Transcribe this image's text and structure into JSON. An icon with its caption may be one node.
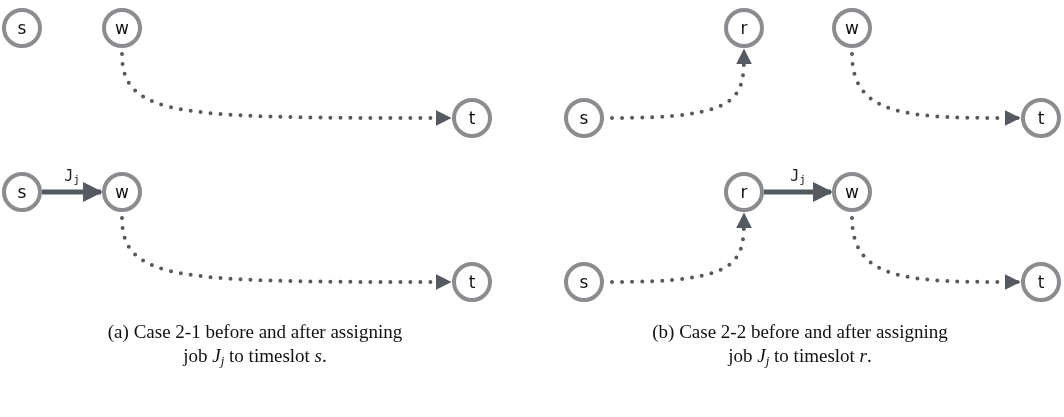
{
  "diagram": {
    "nodes": [
      {
        "text": [
          "s"
        ]
      },
      {
        "text": [
          "w"
        ]
      },
      {
        "text": [
          "t"
        ]
      },
      {
        "text": [
          "s"
        ]
      },
      {
        "text": [
          "w"
        ]
      },
      {
        "text": [
          "t"
        ]
      },
      {
        "text": [
          "r"
        ]
      },
      {
        "text": [
          "w"
        ]
      },
      {
        "text": [
          "s"
        ]
      },
      {
        "text": [
          "t"
        ]
      },
      {
        "text": [
          "r"
        ]
      },
      {
        "text": [
          "w"
        ]
      },
      {
        "text": [
          "s"
        ]
      },
      {
        "text": [
          "t"
        ]
      }
    ],
    "edges": [
      {
        "from": 1,
        "to": 2,
        "arrow": "to",
        "style": "dashed"
      },
      {
        "from": 3,
        "to": 4,
        "arrow": "to",
        "label": "J$_{j}$"
      },
      {
        "from": 4,
        "to": 5,
        "arrow": "to",
        "style": "dashed"
      },
      {
        "from": 8,
        "to": 6,
        "arrow": "to",
        "style": "dashed"
      },
      {
        "from": 7,
        "to": 9,
        "arrow": "to",
        "style": "dashed"
      },
      {
        "from": 10,
        "to": 11,
        "arrow": "to",
        "label": "J$_{j}$"
      },
      {
        "from": 12,
        "to": 10,
        "arrow": "to",
        "style": "dashed"
      },
      {
        "from": 11,
        "to": 13,
        "arrow": "to",
        "style": "dashed"
      }
    ],
    "labels": [
      "(a) Case 2-1 before and after assigning job *J*$_{j}$ to timeslot *s*.",
      "(b) Case 2-2 before and after assigning job *J*$_{j}$ to timeslot *r*."
    ]
  }
}
